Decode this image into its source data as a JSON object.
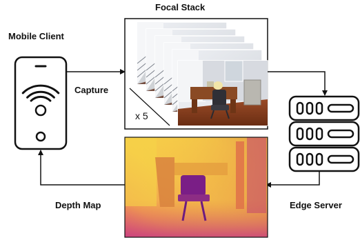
{
  "labels": {
    "focal_stack": "Focal Stack",
    "mobile_client": "Mobile Client",
    "capture": "Capture",
    "stack_count": "x 5",
    "depth_map": "Depth Map",
    "edge_server": "Edge Server"
  },
  "icons": {
    "phone": "smartphone-wifi-icon",
    "server": "server-rack-icon"
  },
  "colors": {
    "stroke": "#111111",
    "depth_near": "#f7d43f",
    "depth_mid": "#e2734e",
    "depth_far": "#7a1e86"
  }
}
